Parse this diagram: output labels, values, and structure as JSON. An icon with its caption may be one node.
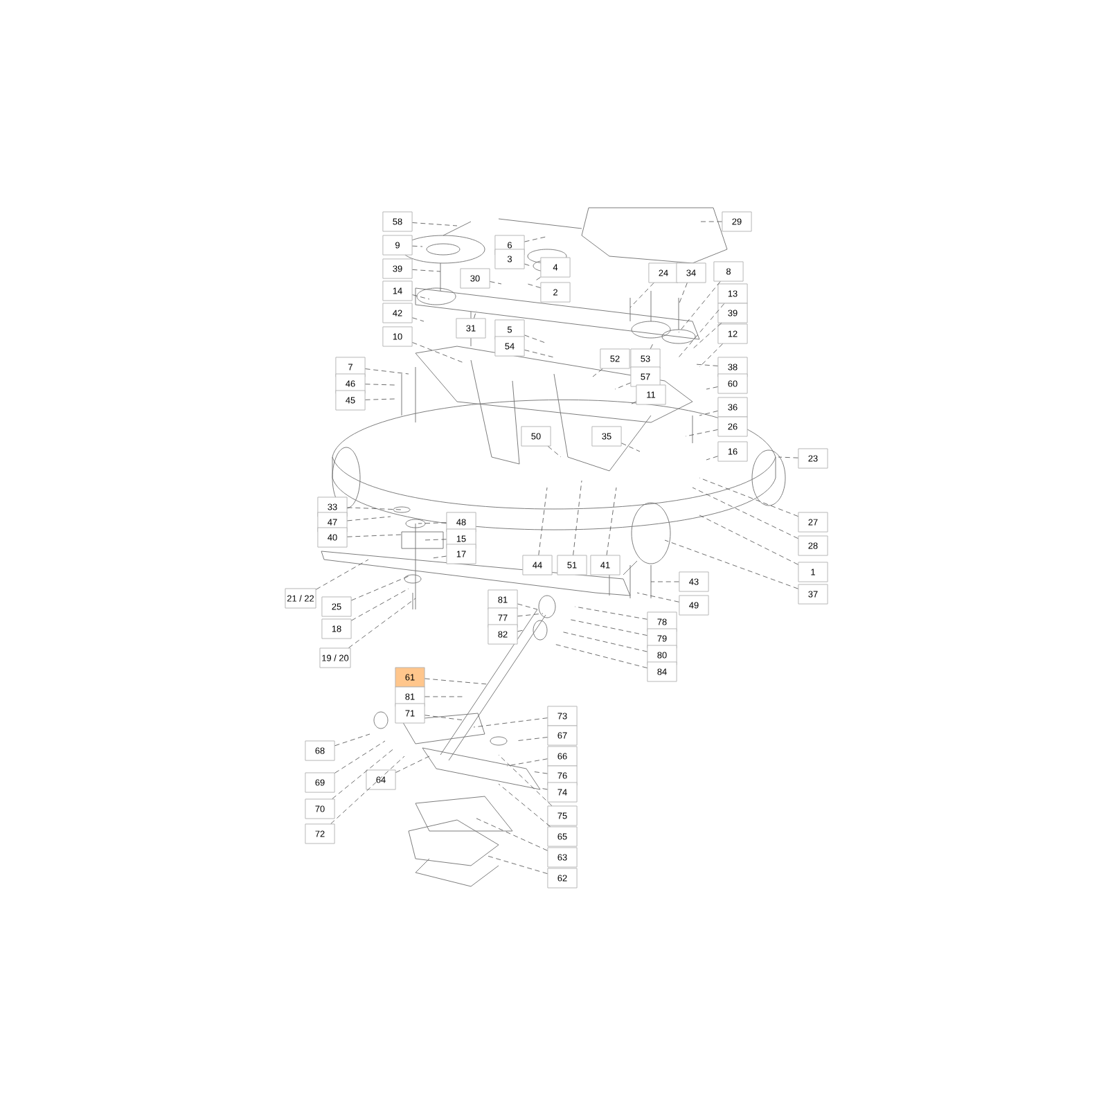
{
  "diagram": {
    "nodes": [
      {
        "text": [
          "58"
        ]
      },
      {
        "text": [
          "9"
        ]
      },
      {
        "text": [
          "39"
        ]
      },
      {
        "text": [
          "14"
        ]
      },
      {
        "text": [
          "42"
        ]
      },
      {
        "text": [
          "10"
        ]
      },
      {
        "text": [
          "7"
        ]
      },
      {
        "text": [
          "46"
        ]
      },
      {
        "text": [
          "45"
        ]
      },
      {
        "text": [
          "6"
        ]
      },
      {
        "text": [
          "3"
        ]
      },
      {
        "text": [
          "30"
        ]
      },
      {
        "text": [
          "4"
        ]
      },
      {
        "text": [
          "2"
        ]
      },
      {
        "text": [
          "31"
        ]
      },
      {
        "text": [
          "5"
        ]
      },
      {
        "text": [
          "54"
        ]
      },
      {
        "text": [
          "29"
        ]
      },
      {
        "text": [
          "24"
        ]
      },
      {
        "text": [
          "34"
        ]
      },
      {
        "text": [
          "8"
        ]
      },
      {
        "text": [
          "13"
        ]
      },
      {
        "text": [
          "39"
        ]
      },
      {
        "text": [
          "12"
        ]
      },
      {
        "text": [
          "38"
        ]
      },
      {
        "text": [
          "60"
        ]
      },
      {
        "text": [
          "52"
        ]
      },
      {
        "text": [
          "53"
        ]
      },
      {
        "text": [
          "57"
        ]
      },
      {
        "text": [
          "11"
        ]
      },
      {
        "text": [
          "50"
        ]
      },
      {
        "text": [
          "35"
        ]
      },
      {
        "text": [
          "36"
        ]
      },
      {
        "text": [
          "26"
        ]
      },
      {
        "text": [
          "16"
        ]
      },
      {
        "text": [
          "23"
        ]
      },
      {
        "text": [
          "27"
        ]
      },
      {
        "text": [
          "28"
        ]
      },
      {
        "text": [
          "1"
        ]
      },
      {
        "text": [
          "37"
        ]
      },
      {
        "text": [
          "43"
        ]
      },
      {
        "text": [
          "49"
        ]
      },
      {
        "text": [
          "44"
        ]
      },
      {
        "text": [
          "51"
        ]
      },
      {
        "text": [
          "41"
        ]
      },
      {
        "text": [
          "33"
        ]
      },
      {
        "text": [
          "47"
        ]
      },
      {
        "text": [
          "40"
        ]
      },
      {
        "text": [
          "48"
        ]
      },
      {
        "text": [
          "15"
        ]
      },
      {
        "text": [
          "17"
        ]
      },
      {
        "text": [
          "21 / 22"
        ]
      },
      {
        "text": [
          "25"
        ]
      },
      {
        "text": [
          "18"
        ]
      },
      {
        "text": [
          "19 / 20"
        ]
      },
      {
        "text": [
          "81"
        ]
      },
      {
        "text": [
          "77"
        ]
      },
      {
        "text": [
          "82"
        ]
      },
      {
        "text": [
          "78"
        ]
      },
      {
        "text": [
          "79"
        ]
      },
      {
        "text": [
          "80"
        ]
      },
      {
        "text": [
          "84"
        ]
      },
      {
        "text": [
          "61"
        ]
      },
      {
        "text": [
          "81"
        ]
      },
      {
        "text": [
          "71"
        ]
      },
      {
        "text": [
          "73"
        ]
      },
      {
        "text": [
          "67"
        ]
      },
      {
        "text": [
          "66"
        ]
      },
      {
        "text": [
          "76"
        ]
      },
      {
        "text": [
          "74"
        ]
      },
      {
        "text": [
          "75"
        ]
      },
      {
        "text": [
          "65"
        ]
      },
      {
        "text": [
          "63"
        ]
      },
      {
        "text": [
          "62"
        ]
      },
      {
        "text": [
          "64"
        ]
      },
      {
        "text": [
          "68"
        ]
      },
      {
        "text": [
          "69"
        ]
      },
      {
        "text": [
          "70"
        ]
      },
      {
        "text": [
          "72"
        ]
      }
    ],
    "edges": [
      {
        "from": 0,
        "to": null,
        "arrow": "none"
      },
      {
        "from": 1,
        "to": null,
        "arrow": "none"
      },
      {
        "from": 2,
        "to": null,
        "arrow": "none"
      },
      {
        "from": 3,
        "to": null,
        "arrow": "none"
      },
      {
        "from": 4,
        "to": null,
        "arrow": "none"
      },
      {
        "from": 5,
        "to": null,
        "arrow": "none"
      },
      {
        "from": 6,
        "to": null,
        "arrow": "none"
      },
      {
        "from": 7,
        "to": null,
        "arrow": "none"
      },
      {
        "from": 8,
        "to": null,
        "arrow": "none"
      },
      {
        "from": 9,
        "to": null,
        "arrow": "none"
      },
      {
        "from": 10,
        "to": null,
        "arrow": "none"
      },
      {
        "from": 11,
        "to": null,
        "arrow": "none"
      },
      {
        "from": 12,
        "to": null,
        "arrow": "none"
      },
      {
        "from": 13,
        "to": null,
        "arrow": "none"
      },
      {
        "from": 14,
        "to": null,
        "arrow": "none"
      },
      {
        "from": 15,
        "to": null,
        "arrow": "none"
      },
      {
        "from": 16,
        "to": null,
        "arrow": "none"
      },
      {
        "from": 17,
        "to": null,
        "arrow": "none"
      },
      {
        "from": 18,
        "to": null,
        "arrow": "none"
      },
      {
        "from": 19,
        "to": null,
        "arrow": "none"
      },
      {
        "from": 20,
        "to": null,
        "arrow": "none"
      },
      {
        "from": 21,
        "to": null,
        "arrow": "none"
      },
      {
        "from": 22,
        "to": null,
        "arrow": "none"
      },
      {
        "from": 23,
        "to": null,
        "arrow": "none"
      },
      {
        "from": 24,
        "to": null,
        "arrow": "none"
      },
      {
        "from": 25,
        "to": null,
        "arrow": "none"
      },
      {
        "from": 26,
        "to": null,
        "arrow": "none"
      },
      {
        "from": 27,
        "to": null,
        "arrow": "none"
      },
      {
        "from": 28,
        "to": null,
        "arrow": "none"
      },
      {
        "from": 29,
        "to": null,
        "arrow": "none"
      },
      {
        "from": 30,
        "to": null,
        "arrow": "none"
      },
      {
        "from": 31,
        "to": null,
        "arrow": "none"
      },
      {
        "from": 32,
        "to": null,
        "arrow": "none"
      },
      {
        "from": 33,
        "to": null,
        "arrow": "none"
      },
      {
        "from": 34,
        "to": null,
        "arrow": "none"
      },
      {
        "from": 35,
        "to": null,
        "arrow": "none"
      },
      {
        "from": 36,
        "to": null,
        "arrow": "none"
      },
      {
        "from": 37,
        "to": null,
        "arrow": "none"
      },
      {
        "from": 38,
        "to": null,
        "arrow": "none"
      },
      {
        "from": 39,
        "to": null,
        "arrow": "none"
      },
      {
        "from": 40,
        "to": null,
        "arrow": "none"
      },
      {
        "from": 41,
        "to": null,
        "arrow": "none"
      },
      {
        "from": 42,
        "to": null,
        "arrow": "none"
      },
      {
        "from": 43,
        "to": null,
        "arrow": "none"
      },
      {
        "from": 44,
        "to": null,
        "arrow": "none"
      },
      {
        "from": 45,
        "to": null,
        "arrow": "none"
      },
      {
        "from": 46,
        "to": null,
        "arrow": "none"
      },
      {
        "from": 47,
        "to": null,
        "arrow": "none"
      },
      {
        "from": 48,
        "to": null,
        "arrow": "none"
      },
      {
        "from": 49,
        "to": null,
        "arrow": "none"
      },
      {
        "from": 50,
        "to": null,
        "arrow": "none"
      },
      {
        "from": 51,
        "to": null,
        "arrow": "none"
      },
      {
        "from": 52,
        "to": null,
        "arrow": "none"
      },
      {
        "from": 53,
        "to": null,
        "arrow": "none"
      },
      {
        "from": 54,
        "to": null,
        "arrow": "none"
      },
      {
        "from": 55,
        "to": null,
        "arrow": "none"
      },
      {
        "from": 56,
        "to": null,
        "arrow": "none"
      },
      {
        "from": 57,
        "to": null,
        "arrow": "none"
      },
      {
        "from": 58,
        "to": null,
        "arrow": "none"
      },
      {
        "from": 59,
        "to": null,
        "arrow": "none"
      },
      {
        "from": 60,
        "to": null,
        "arrow": "none"
      },
      {
        "from": 61,
        "to": null,
        "arrow": "none"
      },
      {
        "from": 62,
        "to": null,
        "arrow": "none"
      },
      {
        "from": 63,
        "to": null,
        "arrow": "none"
      },
      {
        "from": 64,
        "to": null,
        "arrow": "none"
      },
      {
        "from": 65,
        "to": null,
        "arrow": "none"
      },
      {
        "from": 66,
        "to": null,
        "arrow": "none"
      },
      {
        "from": 67,
        "to": null,
        "arrow": "none"
      },
      {
        "from": 68,
        "to": null,
        "arrow": "none"
      },
      {
        "from": 69,
        "to": null,
        "arrow": "none"
      },
      {
        "from": 70,
        "to": null,
        "arrow": "none"
      },
      {
        "from": 71,
        "to": null,
        "arrow": "none"
      },
      {
        "from": 72,
        "to": null,
        "arrow": "none"
      },
      {
        "from": 73,
        "to": null,
        "arrow": "none"
      },
      {
        "from": 74,
        "to": null,
        "arrow": "none"
      },
      {
        "from": 75,
        "to": null,
        "arrow": "none"
      },
      {
        "from": 76,
        "to": null,
        "arrow": "none"
      },
      {
        "from": 77,
        "to": null,
        "arrow": "none"
      },
      {
        "from": 78,
        "to": null,
        "arrow": "none"
      }
    ]
  }
}
